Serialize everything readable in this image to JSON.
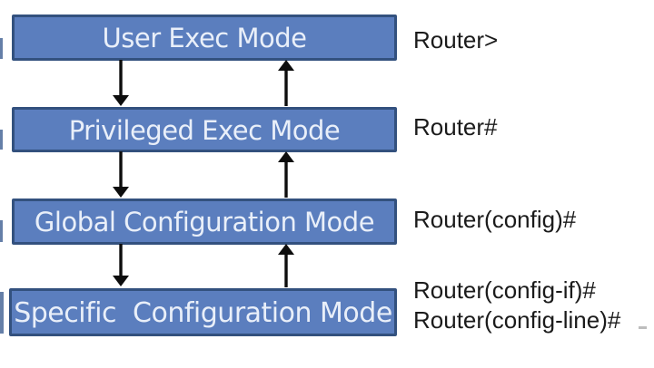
{
  "diagram": {
    "modes": [
      {
        "label": "User Exec Mode",
        "prompts": [
          "Router>"
        ]
      },
      {
        "label": "Privileged Exec Mode",
        "prompts": [
          "Router#"
        ]
      },
      {
        "label": "Global Configuration Mode",
        "prompts": [
          "Router(config)#"
        ]
      },
      {
        "label": "Specific  Configuration Mode",
        "prompts": [
          "Router(config-if)#",
          "Router(config-line)#"
        ]
      }
    ],
    "colors": {
      "box_fill": "#5b7ebe",
      "box_border": "#33517e",
      "box_text": "#e9eff9",
      "arrow": "#0d0d0d",
      "prompt_text": "#1b1b1b",
      "background": "#ffffff"
    }
  }
}
